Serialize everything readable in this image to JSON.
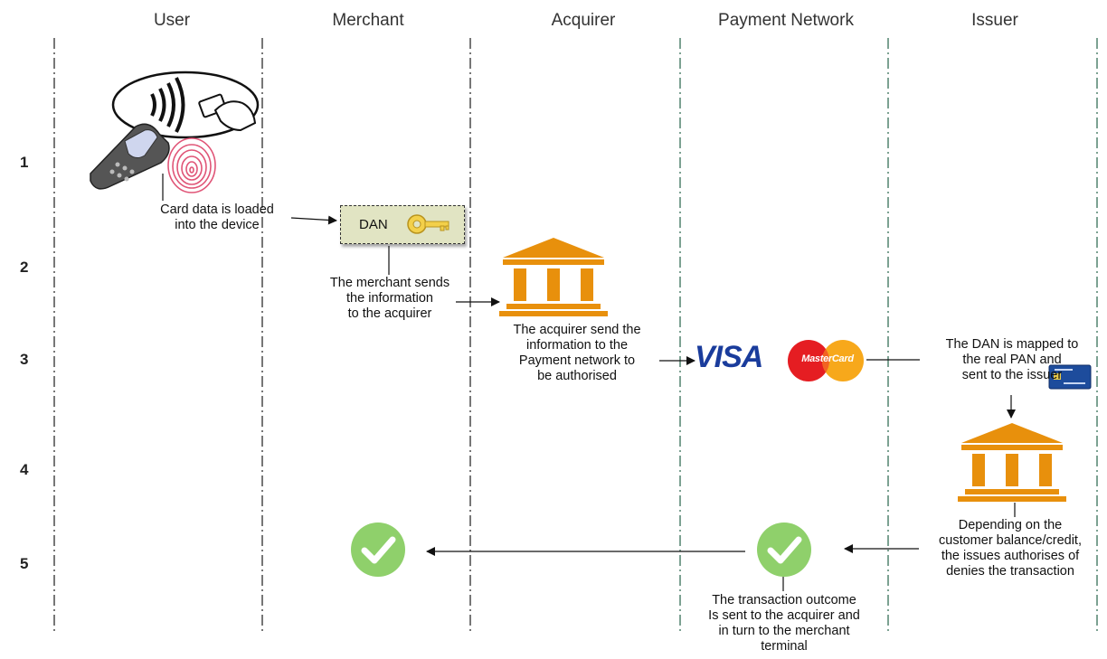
{
  "lanes": [
    "User",
    "Merchant",
    "Acquirer",
    "Payment Network",
    "Issuer"
  ],
  "rows": [
    "1",
    "2",
    "3",
    "4",
    "5"
  ],
  "dan_label": "DAN",
  "brands": {
    "visa": "VISA",
    "mastercard": "MasterCard"
  },
  "steps": {
    "card_loaded": [
      "Card data is loaded",
      "into the device"
    ],
    "merchant_sends": [
      "The merchant sends",
      "the information",
      "to the acquirer"
    ],
    "acquirer_sends": [
      "The acquirer send the",
      "information to the",
      "Payment network to",
      "be authorised"
    ],
    "dan_mapped": [
      "The DAN is mapped to",
      "the real PAN and",
      "sent to the issuer"
    ],
    "issuer_decides": [
      "Depending on the",
      "customer balance/credit,",
      "the issues authorises of",
      "denies the transaction"
    ],
    "outcome": [
      "The transaction outcome",
      "Is sent to the acquirer and",
      "in turn to the merchant",
      "terminal"
    ]
  },
  "colors": {
    "bank": "#e8900c",
    "check": "#8fd06b",
    "visa": "#1a3c9c",
    "mc_red": "#e51d22",
    "mc_yellow": "#f7a81b",
    "lane_line": "#555555"
  }
}
